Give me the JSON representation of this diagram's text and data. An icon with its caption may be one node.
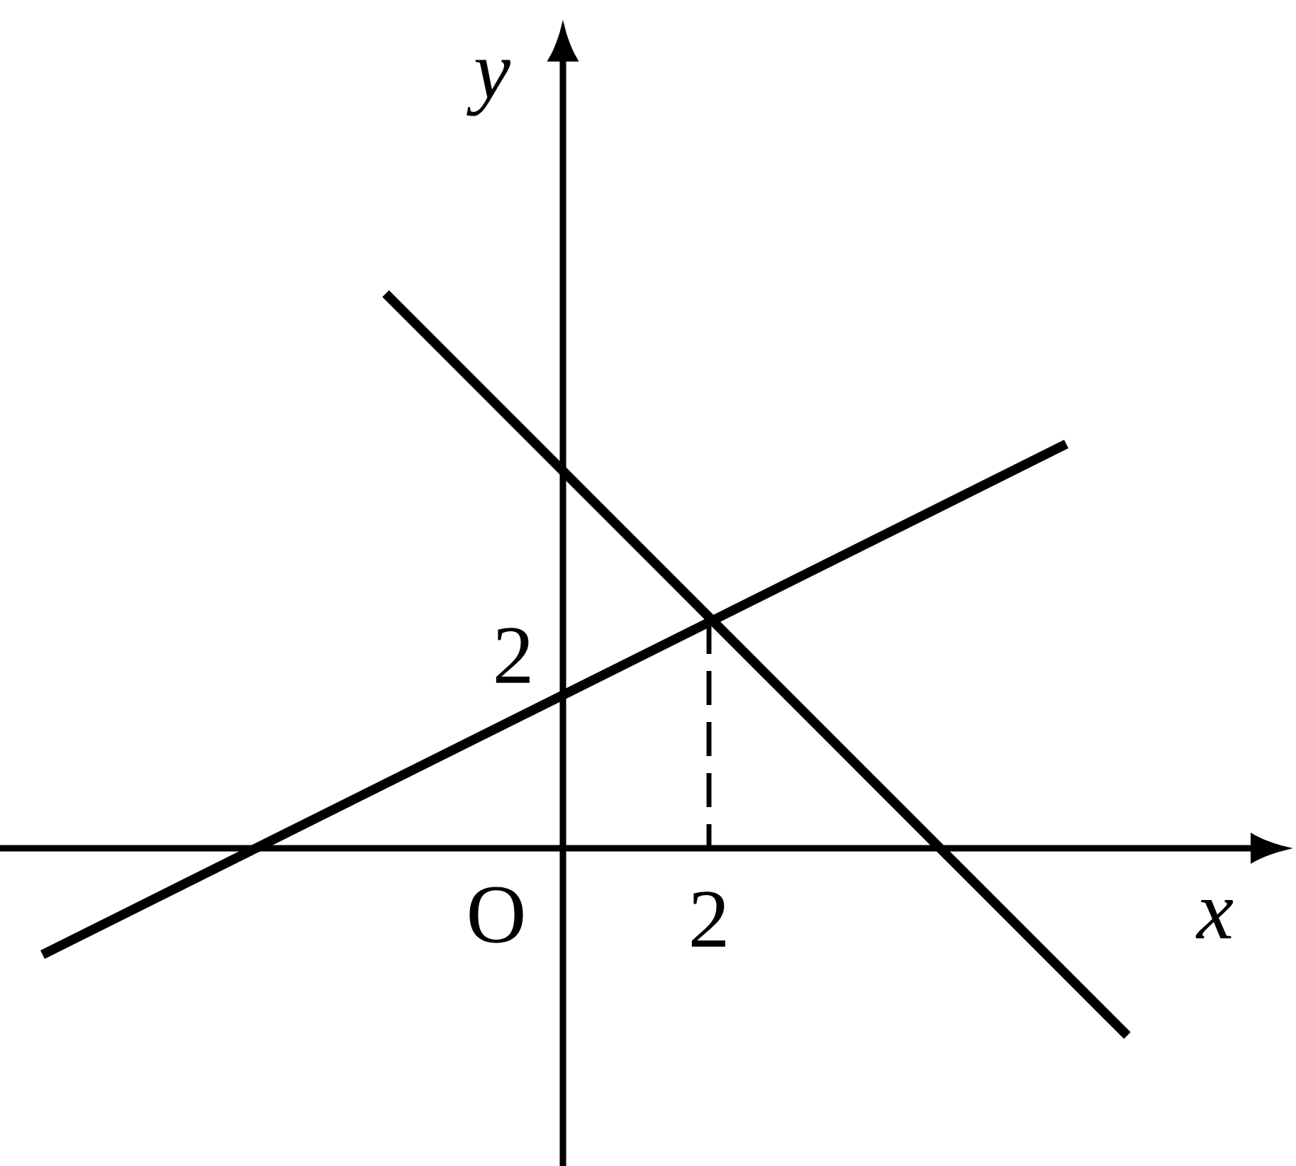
{
  "diagram": {
    "labels": [
      "y",
      "2",
      "O",
      "2",
      "x"
    ]
  }
}
